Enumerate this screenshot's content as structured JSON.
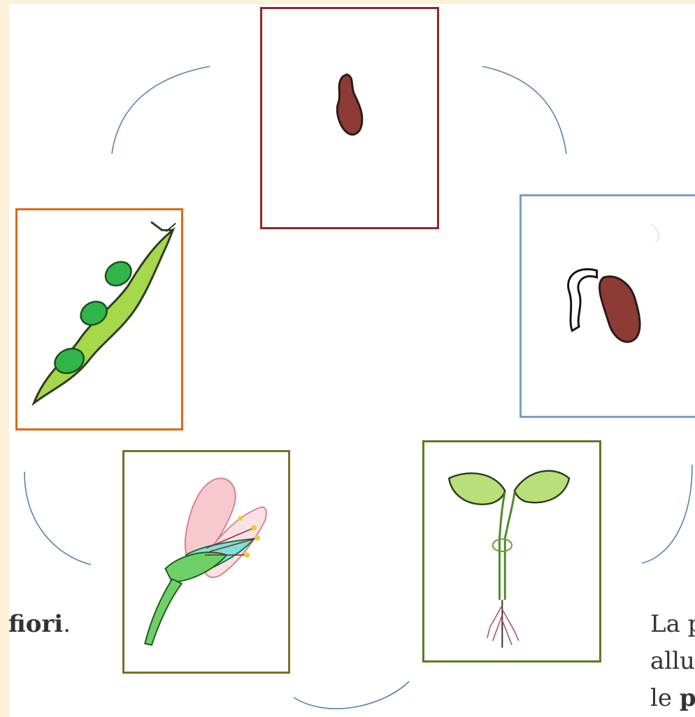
{
  "text_left": {
    "word": "fiori",
    "punct": "."
  },
  "text_right": {
    "line1": "La p",
    "line2": "allu",
    "line3_plain": "le ",
    "line3_bold": "p"
  },
  "stages": [
    {
      "name": "seed",
      "border": "#8b2a2a"
    },
    {
      "name": "germinating-seed",
      "border": "#7b9ecb"
    },
    {
      "name": "seedling",
      "border": "#5b7a25"
    },
    {
      "name": "flower",
      "border": "#7a6e2a"
    },
    {
      "name": "pod",
      "border": "#d96a14"
    }
  ],
  "colors": {
    "arc": "#5b7fa8",
    "seed": "#8c3b35",
    "leaf": "#b8e07a",
    "pod": "#a5d84a",
    "bean_green": "#2fb54a",
    "petal": "#f7c9cf",
    "left_strip": "#fdf0d8"
  }
}
